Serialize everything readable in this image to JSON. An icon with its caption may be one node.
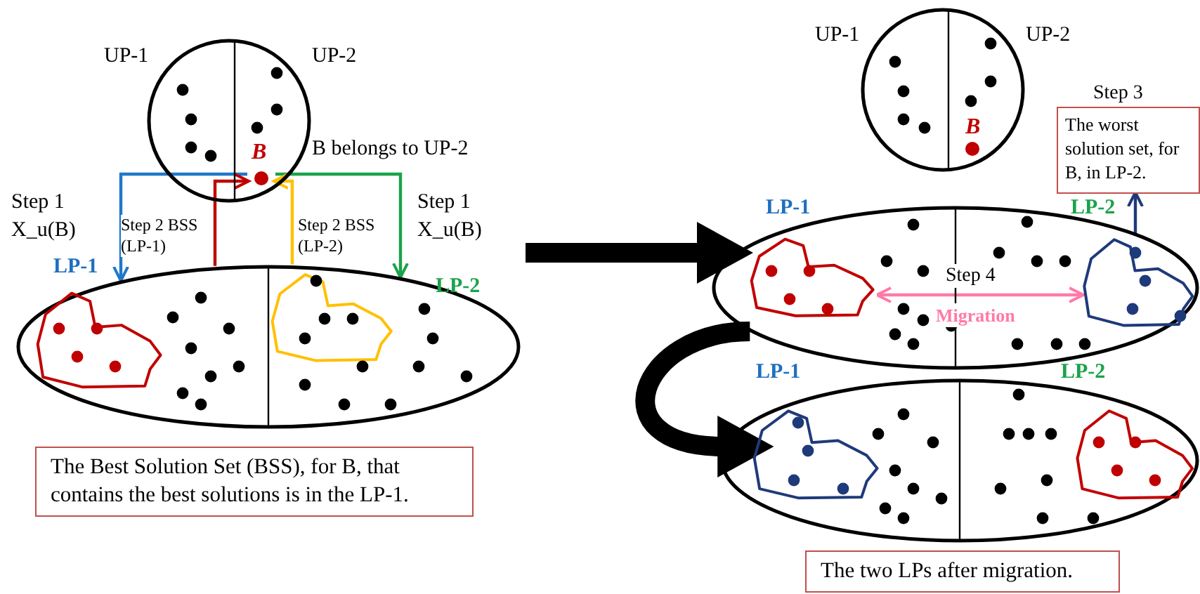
{
  "diagram": {
    "nodes": [
      {
        "text": [
          "UP-1",
          "UP-2"
        ]
      },
      {
        "text": [
          "B"
        ],
        "in": 0
      },
      {
        "text": [
          "LP-1",
          "LP-2"
        ]
      },
      {
        "text": [],
        "shape": "blob",
        "in": 2
      },
      {
        "text": [],
        "shape": "blob",
        "in": 2
      },
      {
        "text": [
          "The Best Solution Set (BSS), for B, that contains the best solutions is in the LP-1."
        ]
      },
      {
        "text": [
          "UP-1",
          "UP-2"
        ]
      },
      {
        "text": [
          "B"
        ],
        "in": 6
      },
      {
        "text": [
          "LP-1",
          "LP-2"
        ]
      },
      {
        "text": [],
        "shape": "blob",
        "in": 8
      },
      {
        "text": [],
        "shape": "blob",
        "in": 8
      },
      {
        "text": [
          "The worst solution set, for B, in LP-2."
        ],
        "beside": [
          "Step 3"
        ]
      },
      {
        "text": [
          "LP-1",
          "LP-2"
        ]
      },
      {
        "text": [],
        "shape": "blob",
        "in": 12
      },
      {
        "text": [],
        "shape": "blob",
        "in": 12
      },
      {
        "text": [
          "The two LPs after migration."
        ]
      }
    ],
    "edges": [
      {
        "from": 1,
        "to": 2,
        "arrow": "to",
        "label": "Step 1 X_u(B)",
        "color": "#1f78c8"
      },
      {
        "from": 1,
        "to": 2,
        "arrow": "to",
        "label": "Step 1 X_u(B)",
        "color": "#1aa34a"
      },
      {
        "from": 2,
        "to": 1,
        "arrow": "to",
        "label": "Step 2 BSS (LP-1)",
        "color": "#c00000"
      },
      {
        "from": 2,
        "to": 1,
        "arrow": "to",
        "label": "Step 2 BSS (LP-2)",
        "color": "#ffc000"
      },
      {
        "from": 2,
        "to": 8,
        "arrow": "to",
        "style": "thick"
      },
      {
        "from": 10,
        "to": 11,
        "arrow": "to",
        "color": "#1f3a7a"
      },
      {
        "from": 9,
        "to": 10,
        "arrow": "both",
        "label": "Migration",
        "color": "#ff7aa8"
      },
      {
        "from": 8,
        "to": 12,
        "arrow": "to",
        "style": "thick"
      }
    ],
    "labels": [
      "B belongs to UP-2",
      "Step 4"
    ]
  }
}
